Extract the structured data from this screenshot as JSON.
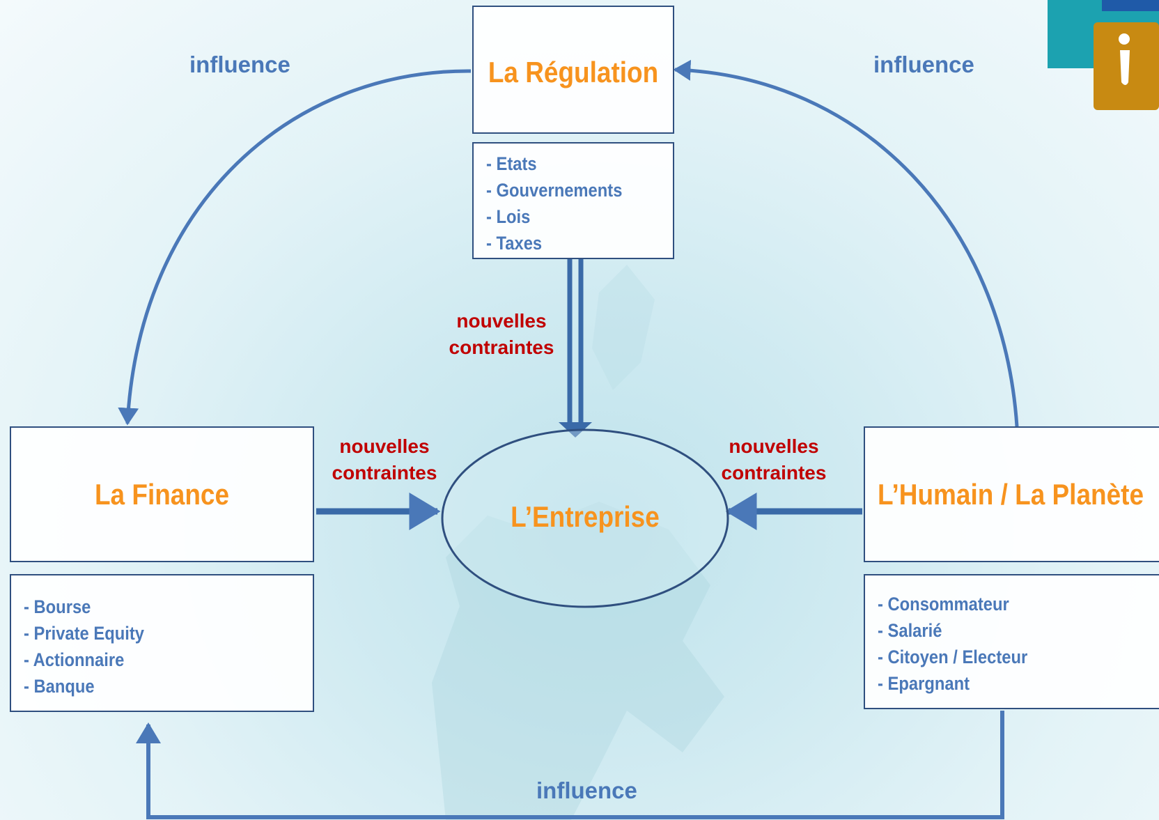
{
  "colors": {
    "box_title": "#f7931e",
    "list_text": "#4a78b8",
    "constraint_text": "#c00000",
    "arrow": "#4a78b8",
    "border": "#2f4f7f"
  },
  "nodes": {
    "regulation": {
      "title": "La Régulation",
      "items": [
        "- Etats",
        "- Gouvernements",
        "- Lois",
        "- Taxes"
      ]
    },
    "finance": {
      "title": "La Finance",
      "items": [
        "- Bourse",
        "- Private Equity",
        "- Actionnaire",
        "- Banque"
      ]
    },
    "humain": {
      "title": "L’Humain / La Planète",
      "items": [
        "- Consommateur",
        "- Salarié",
        "- Citoyen / Electeur",
        "- Epargnant"
      ]
    },
    "entreprise": {
      "title": "L’Entreprise"
    }
  },
  "edge_labels": {
    "influence_left": "influence",
    "influence_right": "influence",
    "influence_bottom": "influence",
    "contraintes_top": [
      "nouvelles",
      "contraintes"
    ],
    "contraintes_left": [
      "nouvelles",
      "contraintes"
    ],
    "contraintes_right": [
      "nouvelles",
      "contraintes"
    ]
  },
  "logo_icon": "info-icon"
}
